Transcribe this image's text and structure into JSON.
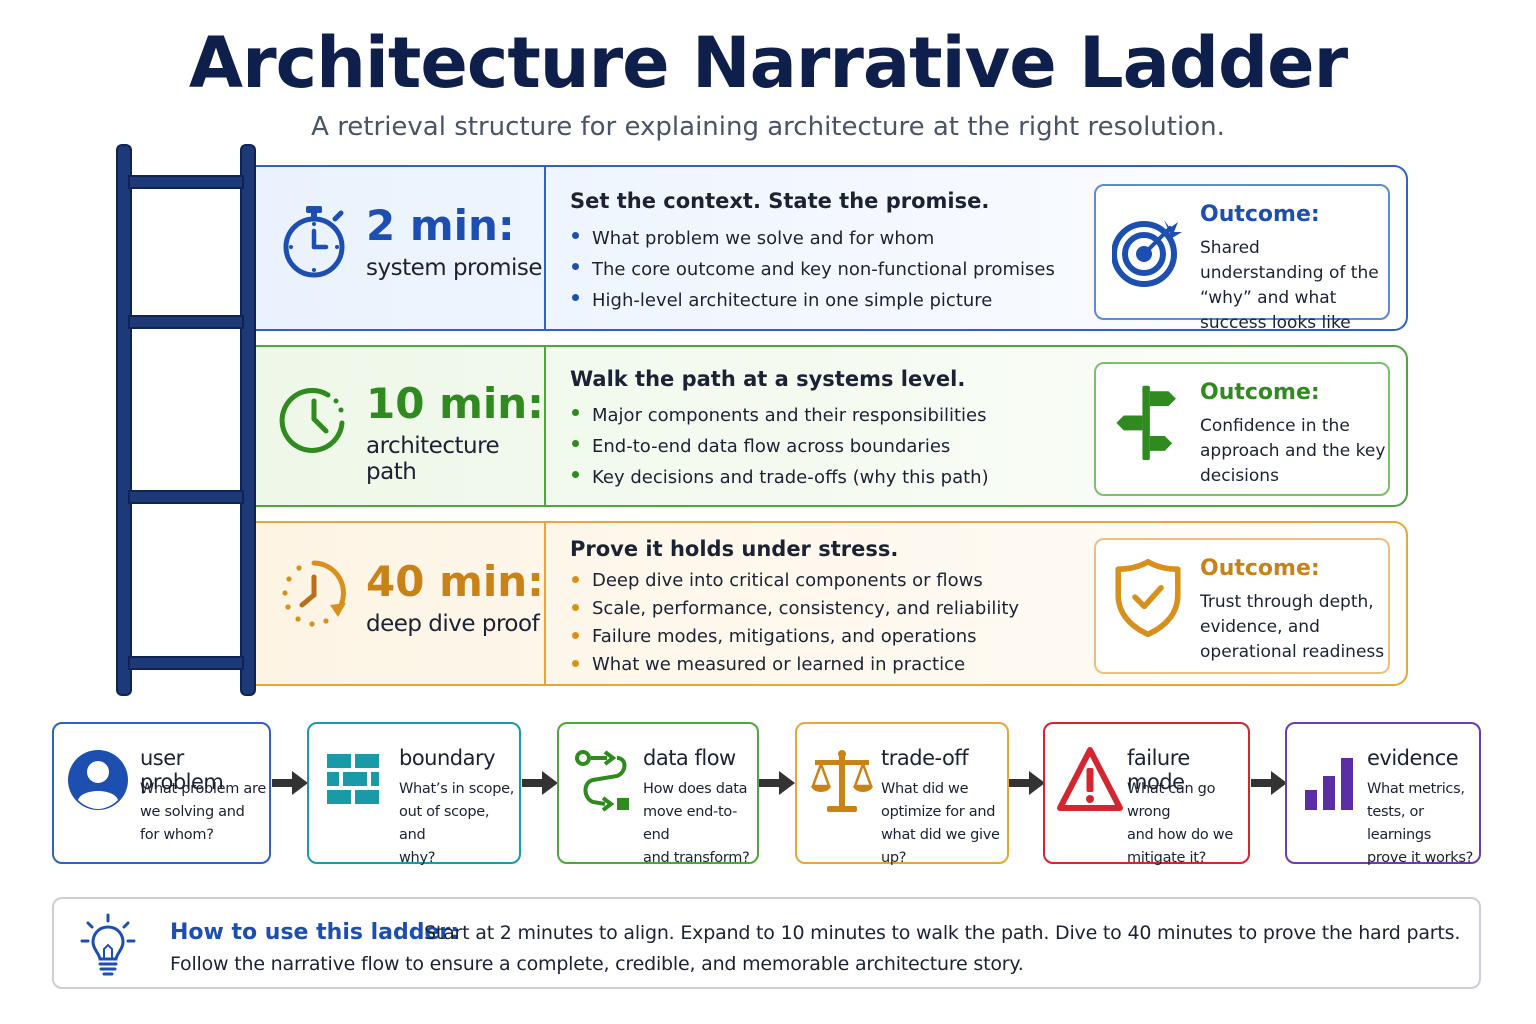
{
  "title": "Architecture Narrative Ladder",
  "subtitle": "A retrieval structure for explaining architecture at the right resolution.",
  "tiers": [
    {
      "time": "2 min:",
      "name": "system promise",
      "heading": "Set the context. State the promise.",
      "bullets": [
        "What problem we solve and for whom",
        "The core outcome and key non-functional promises",
        "High-level architecture in one simple picture"
      ],
      "outcome_label": "Outcome:",
      "outcome_text": "Shared understanding of the “why” and what success looks like",
      "icon": "stopwatch-icon",
      "outcome_icon": "target-icon",
      "color": "#1d4fb0"
    },
    {
      "time": "10 min:",
      "name": "architecture path",
      "heading": "Walk the path at a systems level.",
      "bullets": [
        "Major components and their responsibilities",
        "End-to-end data flow across boundaries",
        "Key decisions and trade-offs (why this path)"
      ],
      "outcome_label": "Outcome:",
      "outcome_text": "Confidence in the approach and the key decisions",
      "icon": "clock-icon",
      "outcome_icon": "signpost-icon",
      "color": "#2f8a1f"
    },
    {
      "time": "40 min:",
      "name": "deep dive proof",
      "heading": "Prove it holds under stress.",
      "bullets": [
        "Deep dive into critical components or flows",
        "Scale, performance, consistency, and reliability",
        "Failure modes, mitigations, and operations",
        "What we measured or learned in practice"
      ],
      "outcome_label": "Outcome:",
      "outcome_text": "Trust through depth, evidence, and operational readiness",
      "icon": "timer-refresh-icon",
      "outcome_icon": "shield-check-icon",
      "color": "#c98217"
    }
  ],
  "flow": [
    {
      "title": "user problem",
      "desc": [
        "What problem are",
        "we solving and",
        "for whom?"
      ],
      "icon": "user-icon",
      "color": "#1d4fb0"
    },
    {
      "title": "boundary",
      "desc": [
        "What’s in scope,",
        "out of scope, and",
        "why?"
      ],
      "icon": "brick-wall-icon",
      "color": "#1a9aa6"
    },
    {
      "title": "data flow",
      "desc": [
        "How does data",
        "move end-to-end",
        "and transform?"
      ],
      "icon": "flow-arrows-icon",
      "color": "#2f8a1f"
    },
    {
      "title": "trade-off",
      "desc": [
        "What did we",
        "optimize for and",
        "what did we give up?"
      ],
      "icon": "scales-icon",
      "color": "#d8901d"
    },
    {
      "title": "failure mode",
      "desc": [
        "What can go wrong",
        "and how do we",
        "mitigate it?"
      ],
      "icon": "warning-icon",
      "color": "#d3262e"
    },
    {
      "title": "evidence",
      "desc": [
        "What metrics,",
        "tests, or learnings",
        "prove it works?"
      ],
      "icon": "bar-chart-icon",
      "color": "#5b2ea6"
    }
  ],
  "footer": {
    "label": "How to use this ladder:",
    "line1": "Start at 2 minutes to align. Expand to 10 minutes to walk the path. Dive to 40 minutes to prove the hard parts.",
    "line2": "Follow the narrative flow to ensure a complete, credible, and memorable architecture story.",
    "icon": "lightbulb-icon"
  }
}
